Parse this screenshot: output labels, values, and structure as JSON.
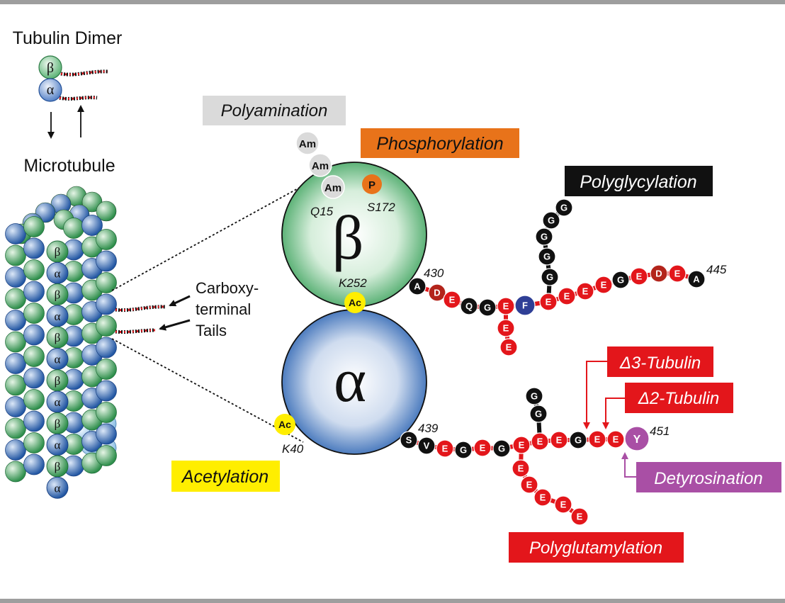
{
  "header": {
    "dimer_title": "Tubulin Dimer",
    "microtubule_title": "Microtubule",
    "ct_label": [
      "Carboxy-",
      "terminal",
      "Tails"
    ]
  },
  "greek": {
    "beta": "β",
    "alpha": "α"
  },
  "mt_labels": [
    "β",
    "α",
    "β",
    "α",
    "β",
    "α",
    "β",
    "α",
    "β",
    "α",
    "β",
    "α"
  ],
  "ptm": {
    "polyamination": "Polyamination",
    "phosphorylation": "Phosphorylation",
    "polyglycylation": "Polyglycylation",
    "acetylation": "Acetylation",
    "delta3": "Δ3-Tubulin",
    "delta2": "Δ2-Tubulin",
    "detyrosination": "Detyrosination",
    "polyglutamylation": "Polyglutamylation"
  },
  "sites": {
    "q15": "Q15",
    "s172": "S172",
    "k252": "K252",
    "k40": "K40",
    "beta_start": "430",
    "beta_end": "445",
    "alpha_start": "439",
    "alpha_end": "451"
  },
  "mods": {
    "am": "Am",
    "p": "P",
    "ac": "Ac"
  },
  "beta_tail": [
    {
      "r": "A",
      "c": "#111111"
    },
    {
      "r": "D",
      "c": "#b3241b"
    },
    {
      "r": "E",
      "c": "#e3161b"
    },
    {
      "r": "Q",
      "c": "#111111"
    },
    {
      "r": "G",
      "c": "#111111"
    },
    {
      "r": "E",
      "c": "#e3161b"
    },
    {
      "r": "F",
      "c": "#2f3f96"
    },
    {
      "r": "E",
      "c": "#e3161b"
    },
    {
      "r": "E",
      "c": "#e3161b"
    },
    {
      "r": "E",
      "c": "#e3161b"
    },
    {
      "r": "E",
      "c": "#e3161b"
    },
    {
      "r": "G",
      "c": "#111111"
    },
    {
      "r": "E",
      "c": "#e3161b"
    },
    {
      "r": "D",
      "c": "#b3241b"
    },
    {
      "r": "E",
      "c": "#e3161b"
    },
    {
      "r": "A",
      "c": "#111111"
    }
  ],
  "beta_glu_branch": [
    "E",
    "E"
  ],
  "beta_gly_branch": [
    "G",
    "G",
    "G",
    "G",
    "G"
  ],
  "alpha_tail": [
    {
      "r": "S",
      "c": "#111111"
    },
    {
      "r": "V",
      "c": "#111111"
    },
    {
      "r": "E",
      "c": "#e3161b"
    },
    {
      "r": "G",
      "c": "#111111"
    },
    {
      "r": "E",
      "c": "#e3161b"
    },
    {
      "r": "G",
      "c": "#111111"
    },
    {
      "r": "E",
      "c": "#e3161b"
    },
    {
      "r": "E",
      "c": "#e3161b"
    },
    {
      "r": "E",
      "c": "#e3161b"
    },
    {
      "r": "G",
      "c": "#111111"
    },
    {
      "r": "E",
      "c": "#e3161b"
    },
    {
      "r": "E",
      "c": "#e3161b"
    },
    {
      "r": "Y",
      "c": "#a94fa5"
    }
  ],
  "alpha_gly_branch": [
    "G",
    "G"
  ],
  "alpha_glu_branch": [
    "E",
    "E",
    "E",
    "E",
    "E"
  ],
  "colors": {
    "red": "#e3161b",
    "black": "#111111",
    "yellow": "#ffee00",
    "orange": "#e8731a",
    "purple": "#a94fa5",
    "gray": "#dadada"
  }
}
